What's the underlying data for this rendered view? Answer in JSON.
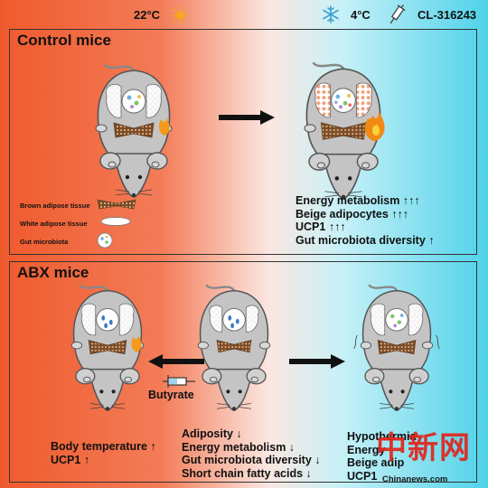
{
  "header": {
    "temp_warm": "22°C",
    "temp_cold": "4°C",
    "drug": "CL-316243"
  },
  "control": {
    "title": "Control mice",
    "legend": {
      "bat": "Brown adipose tissue",
      "wat": "White adipose tissue",
      "gut": "Gut microbiota"
    },
    "outcomes": [
      "Energy metabolism ↑↑↑",
      "Beige adipocytes ↑↑↑",
      "UCP1 ↑↑↑",
      "Gut microbiota diversity ↑"
    ]
  },
  "abx": {
    "title": "ABX mice",
    "butyrate": "Butyrate",
    "left_outcomes": [
      "Body temperature ↑",
      "UCP1 ↑"
    ],
    "center_outcomes": [
      "Adiposity ↓",
      "Energy metabolism ↓",
      "Gut microbiota diversity ↓",
      "Short chain fatty acids ↓"
    ],
    "right_outcomes": [
      "Hypothermia",
      "Energy",
      "Beige adip",
      "UCP1"
    ]
  },
  "watermark": {
    "logo_text": "中新网",
    "site": "Chinanews.com"
  },
  "colors": {
    "warm": "#ef5a2c",
    "cold": "#4fd2ea",
    "mouse_body": "#c4c4c4",
    "flame": "#f39a1a"
  }
}
